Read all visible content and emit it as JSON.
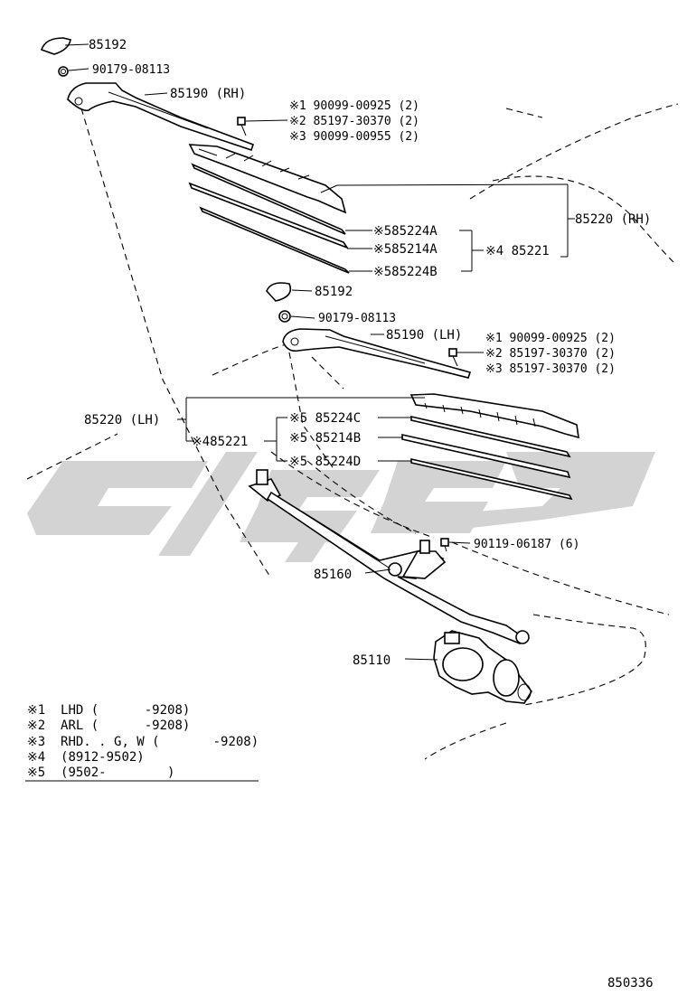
{
  "labels": {
    "cap_upper": "85192",
    "nut_upper": "90179-08113",
    "arm_rh": "85190 (RH)",
    "rh_note1": "※1 90099-00925 (2)",
    "rh_note2": "※2 85197-30370 (2)",
    "rh_note3": "※3 90099-00955 (2)",
    "rh_refill_a": "※585224A",
    "rh_rubber_a": "※585214A",
    "rh_refill_b": "※585224B",
    "rh_blade_sub": "※4 85221",
    "rh_blade": "85220 (RH)",
    "cap_lower": "85192",
    "nut_lower": "90179-08113",
    "arm_lh": "85190 (LH)",
    "lh_note1": "※1 90099-00925 (2)",
    "lh_note2": "※2 85197-30370 (2)",
    "lh_note3": "※3 85197-30370 (2)",
    "lh_blade": "85220 (LH)",
    "lh_blade_sub": "※485221",
    "lh_refill_c": "※5 85224C",
    "lh_rubber_b": "※5 85214B",
    "lh_refill_d": "※5 85224D",
    "bolt": "90119-06187 (6)",
    "link": "85160",
    "motor": "85110"
  },
  "legend": [
    "※1  LHD (      -9208)",
    "※2  ARL (      -9208)",
    "※3  RHD. . G, W (       -9208)",
    "※4  (8912-9502)",
    "※5  (9502-        )"
  ],
  "diagram_number": "850336"
}
